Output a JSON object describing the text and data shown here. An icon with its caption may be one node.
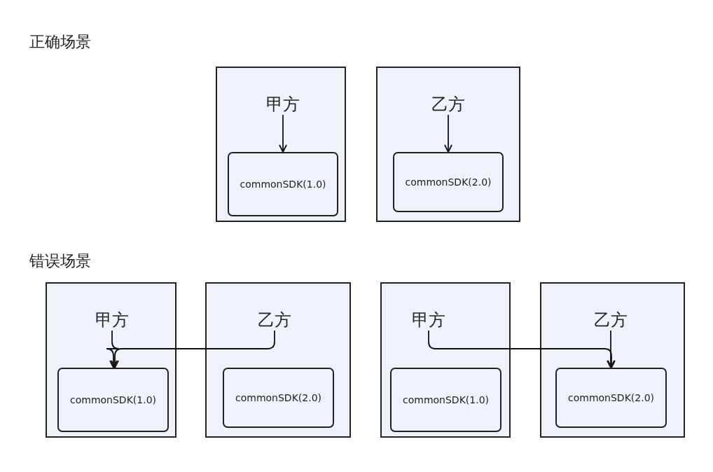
{
  "diagram": {
    "nodes": [
      {
        "text": [],
        "shape": "box"
      },
      {
        "text": [
          "甲方"
        ],
        "in": 0
      },
      {
        "text": [
          "commonSDK(1.0)"
        ],
        "in": 0
      },
      {
        "text": [],
        "shape": "box"
      },
      {
        "text": [
          "乙方"
        ],
        "in": 3
      },
      {
        "text": [
          "commonSDK(2.0)"
        ],
        "in": 3
      },
      {
        "text": [],
        "shape": "box"
      },
      {
        "text": [
          "甲方"
        ],
        "in": 6
      },
      {
        "text": [
          "commonSDK(1.0)"
        ],
        "in": 6
      },
      {
        "text": [],
        "shape": "box"
      },
      {
        "text": [
          "乙方"
        ],
        "in": 9
      },
      {
        "text": [
          "commonSDK(2.0)"
        ],
        "in": 9
      },
      {
        "text": [],
        "shape": "box"
      },
      {
        "text": [
          "甲方"
        ],
        "in": 12
      },
      {
        "text": [
          "commonSDK(1.0)"
        ],
        "in": 12
      },
      {
        "text": [],
        "shape": "box"
      },
      {
        "text": [
          "乙方"
        ],
        "in": 15
      },
      {
        "text": [
          "commonSDK(2.0)"
        ],
        "in": 15
      }
    ],
    "edges": [
      {
        "from": 1,
        "to": 2,
        "arrow": "to"
      },
      {
        "from": 4,
        "to": 5,
        "arrow": "to"
      },
      {
        "from": 7,
        "to": 8,
        "arrow": "to"
      },
      {
        "from": 10,
        "to": 8,
        "arrow": "to"
      },
      {
        "from": 13,
        "to": 17,
        "arrow": "to"
      },
      {
        "from": 16,
        "to": 17,
        "arrow": "to"
      }
    ],
    "labels": [
      "正确场景",
      "错误场景"
    ]
  }
}
